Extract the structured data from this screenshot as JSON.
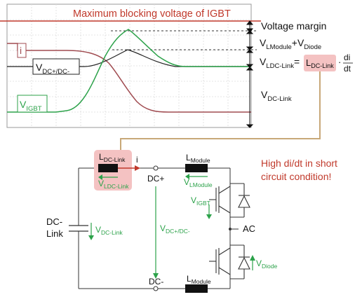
{
  "scope": {
    "title": "Maximum  blocking voltage of IGBT",
    "label_current": "i",
    "label_vdc_main": "V",
    "label_vdc_sub": "DC+/DC-",
    "label_vigbt_main": "V",
    "label_vigbt_sub": "IGBT"
  },
  "margins": {
    "voltage_margin": "Voltage margin",
    "sum_v1": "V",
    "sum_v1_sub": "LModule",
    "sum_plus": "+V",
    "sum_v2_sub": "Diode",
    "vl_main": "V",
    "vl_sub": "LDC-Link",
    "eq": "=",
    "l_main": "L",
    "l_sub": "DC-Link",
    "dot": "·",
    "frac_num": "di",
    "frac_den": "dt",
    "vdc_main": "V",
    "vdc_sub": "DC-Link"
  },
  "circuit": {
    "l_dclink_main": "L",
    "l_dclink_sub": "DC-Link",
    "i_label": "i",
    "v_ldclink_main": "V",
    "v_ldclink_sub": "LDC-Link",
    "dcplus": "DC+",
    "dcminus": "DC-",
    "l_module_top_main": "L",
    "l_module_top_sub": "Module",
    "v_lmodule_main": "V",
    "v_lmodule_sub": "LModule",
    "v_igbt_main": "V",
    "v_igbt_sub": "IGBT",
    "ac": "AC",
    "dc_link_line1": "DC-",
    "dc_link_line2": "Link",
    "v_dclink_main": "V",
    "v_dclink_sub": "DC-Link",
    "v_dcbus_main": "V",
    "v_dcbus_sub": "DC+/DC-",
    "l_module_bot_main": "L",
    "l_module_bot_sub": "Module",
    "v_diode_main": "V",
    "v_diode_sub": "Diode"
  },
  "note": {
    "line1": "High di/dt in short",
    "line2": "circuit condition!"
  },
  "colors": {
    "red": "#c0392b",
    "green": "#2ca24a",
    "maroon": "#a04b50",
    "pink": "#f4c2c2",
    "tan": "#c8a878"
  }
}
